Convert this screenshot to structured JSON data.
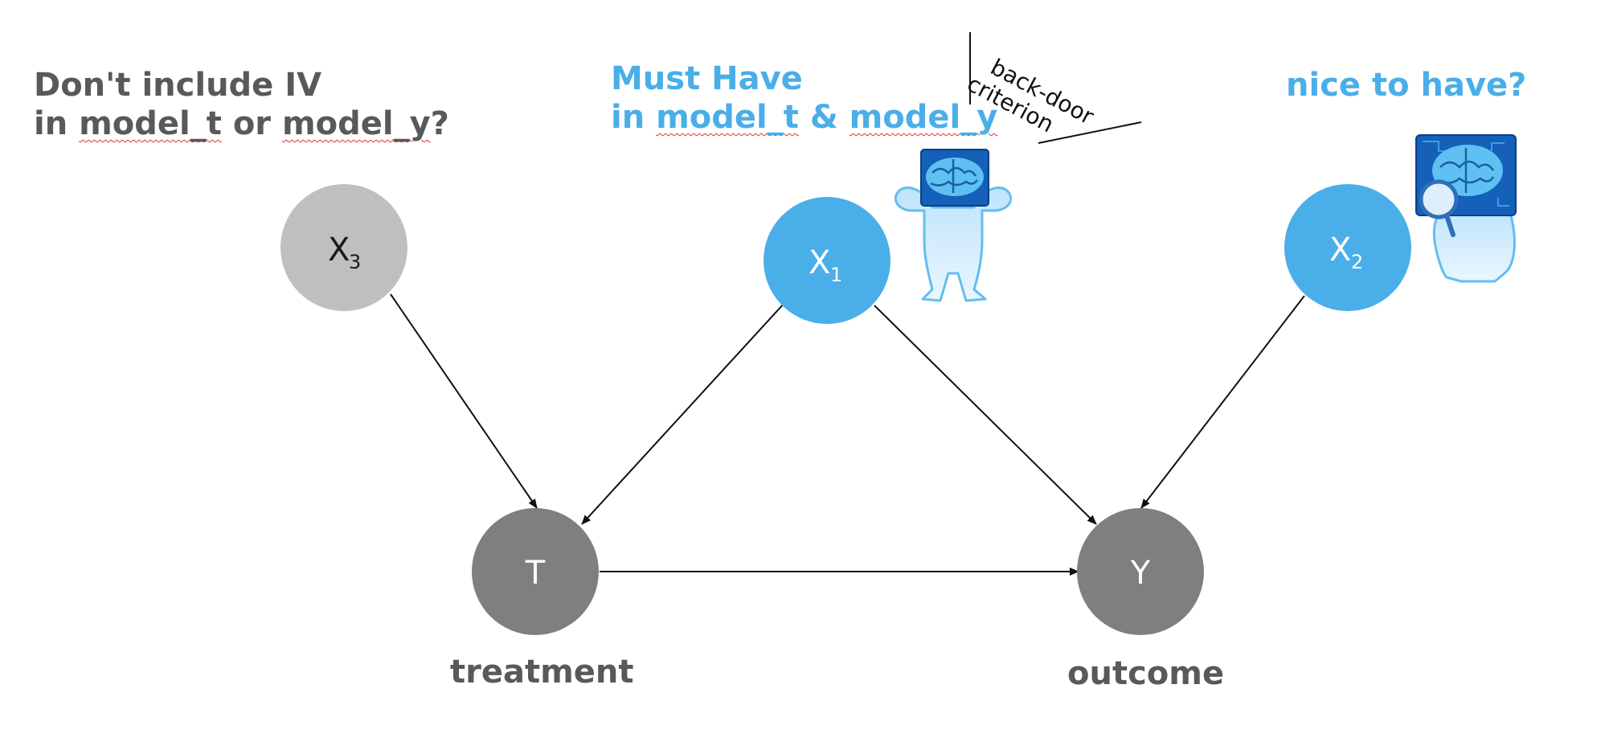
{
  "left_note": {
    "line1": "Don't include IV",
    "line2_prefix": "in ",
    "line2_model1": "model_t",
    "line2_mid": " or ",
    "line2_model2": "model_y",
    "line2_suffix": "?"
  },
  "center_note": {
    "line1": "Must Have",
    "line2_prefix": "in ",
    "line2_model1": "model_t",
    "line2_mid": " & ",
    "line2_model2": "model_y"
  },
  "right_note": {
    "text": "nice to have?"
  },
  "backdoor": {
    "line1": "back-door",
    "line2": "criterion"
  },
  "nodes": {
    "x3": {
      "letter": "X",
      "sub": "3"
    },
    "x1": {
      "letter": "X",
      "sub": "1"
    },
    "x2": {
      "letter": "X",
      "sub": "2"
    },
    "t": {
      "letter": "T"
    },
    "y": {
      "letter": "Y"
    }
  },
  "captions": {
    "treatment": "treatment",
    "outcome": "outcome"
  },
  "icons": {
    "strong_brain": "strong-brain-robot-icon",
    "search_brain": "brain-robot-magnifier-icon"
  },
  "colors": {
    "blue": "#4aaee8",
    "light_gray": "#bfbfbf",
    "dark_gray": "#7f7f7f",
    "text_gray": "#595959"
  }
}
